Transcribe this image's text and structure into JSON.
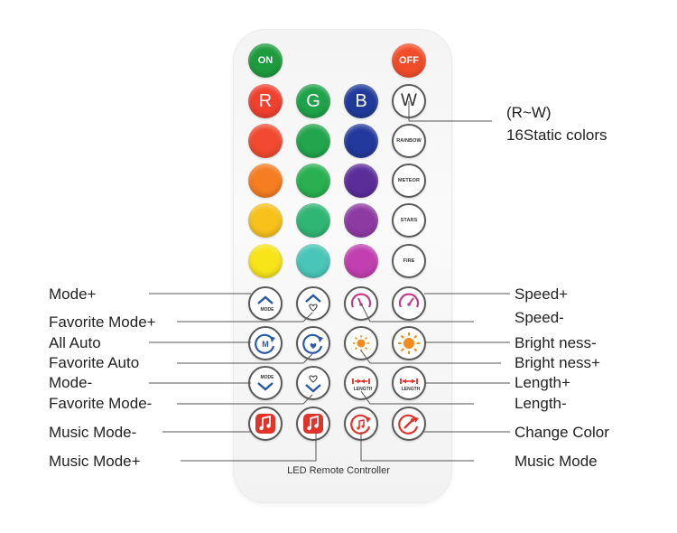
{
  "remote": {
    "caption": "LED Remote Controller",
    "on_label": "ON",
    "off_label": "OFF",
    "r_label": "R",
    "g_label": "G",
    "b_label": "B",
    "w_label": "W",
    "rainbow_label": "RAINBOW",
    "meteor_label": "METEOR",
    "stars_label": "STARS",
    "fire_label": "FIRE",
    "mode_text": "MODE",
    "length_text": "LENGTH",
    "m_text": "M"
  },
  "colors": {
    "on": "#1e9b3e",
    "off": "#f24d2a",
    "r": "#f0402e",
    "g": "#1fa24a",
    "b": "#1f3a9a",
    "row2": [
      "#f14a30",
      "#22a54b",
      "#23399b"
    ],
    "row3": [
      "#f57d22",
      "#29b050",
      "#5b2d99"
    ],
    "row4": [
      "#f7c21c",
      "#2fb674",
      "#8d3aa3"
    ],
    "row5": [
      "#f7e51a",
      "#49c6b7",
      "#c13fb0"
    ],
    "icon_blue": "#2a58a8",
    "icon_pink": "#c43c8a",
    "icon_orange": "#f28a1c",
    "icon_red": "#e0332a"
  },
  "labels": {
    "rw": "(R~W)",
    "static_colors": "16Static colors",
    "mode_plus": "Mode+",
    "favorite_mode_plus": "Favorite Mode+",
    "all_auto": "All Auto",
    "favorite_auto": "Favorite Auto",
    "mode_minus": "Mode-",
    "favorite_mode_minus": "Favorite Mode-",
    "music_mode_minus": "Music Mode-",
    "music_mode_plus": "Music Mode+",
    "speed_plus": "Speed+",
    "speed_minus": "Speed-",
    "brightness_minus": "Bright ness-",
    "brightness_plus": "Bright ness+",
    "length_plus": "Length+",
    "length_minus": "Length-",
    "change_color": "Change Color",
    "music_mode": "Music Mode"
  }
}
